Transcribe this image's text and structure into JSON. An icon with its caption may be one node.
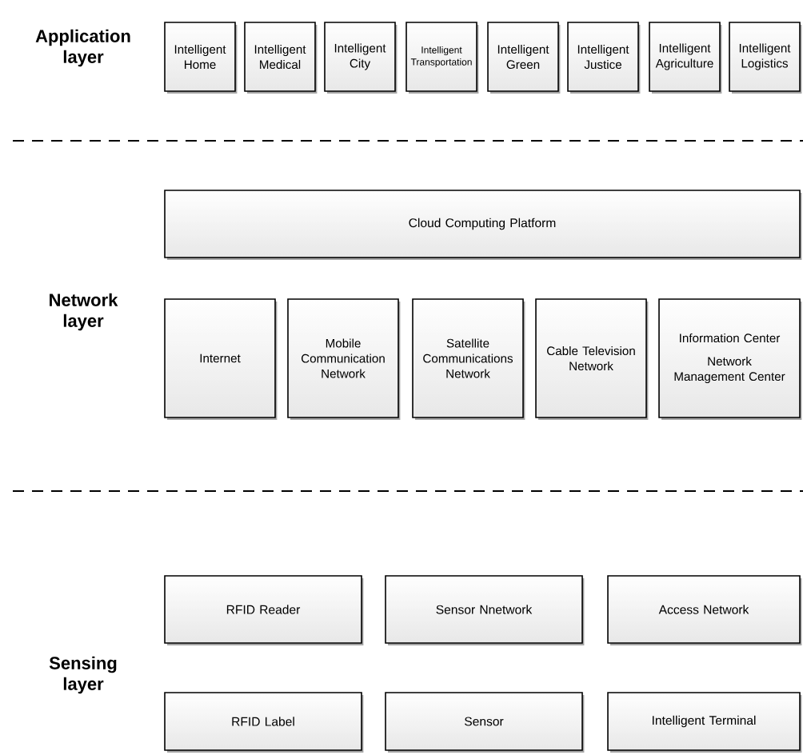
{
  "diagram": {
    "nodes": [
      {
        "text": [
          "Intelligent Home"
        ]
      },
      {
        "text": [
          "Intelligent Medical"
        ]
      },
      {
        "text": [
          "Intelligent City"
        ]
      },
      {
        "text": [
          "Intelligent Transportation"
        ]
      },
      {
        "text": [
          "Intelligent Green"
        ]
      },
      {
        "text": [
          "Intelligent Justice"
        ]
      },
      {
        "text": [
          "Intelligent Agriculture"
        ]
      },
      {
        "text": [
          "Intelligent Logistics"
        ]
      },
      {
        "text": [
          "Cloud Computing Platform"
        ]
      },
      {
        "text": [
          "Internet"
        ]
      },
      {
        "text": [
          "Mobile Communication Network"
        ]
      },
      {
        "text": [
          "Satellite Communications Network"
        ]
      },
      {
        "text": [
          "Cable Television Network"
        ]
      },
      {
        "text": [
          "Information Center",
          "Network Management Center"
        ]
      },
      {
        "text": [
          "RFID Reader"
        ]
      },
      {
        "text": [
          "Sensor Nnetwork"
        ]
      },
      {
        "text": [
          "Access Network"
        ]
      },
      {
        "text": [
          "RFID Label"
        ]
      },
      {
        "text": [
          "Sensor"
        ]
      },
      {
        "text": [
          "Intelligent Terminal"
        ]
      }
    ],
    "labels": [
      "Application layer",
      "Network layer",
      "Sensing layer"
    ]
  }
}
